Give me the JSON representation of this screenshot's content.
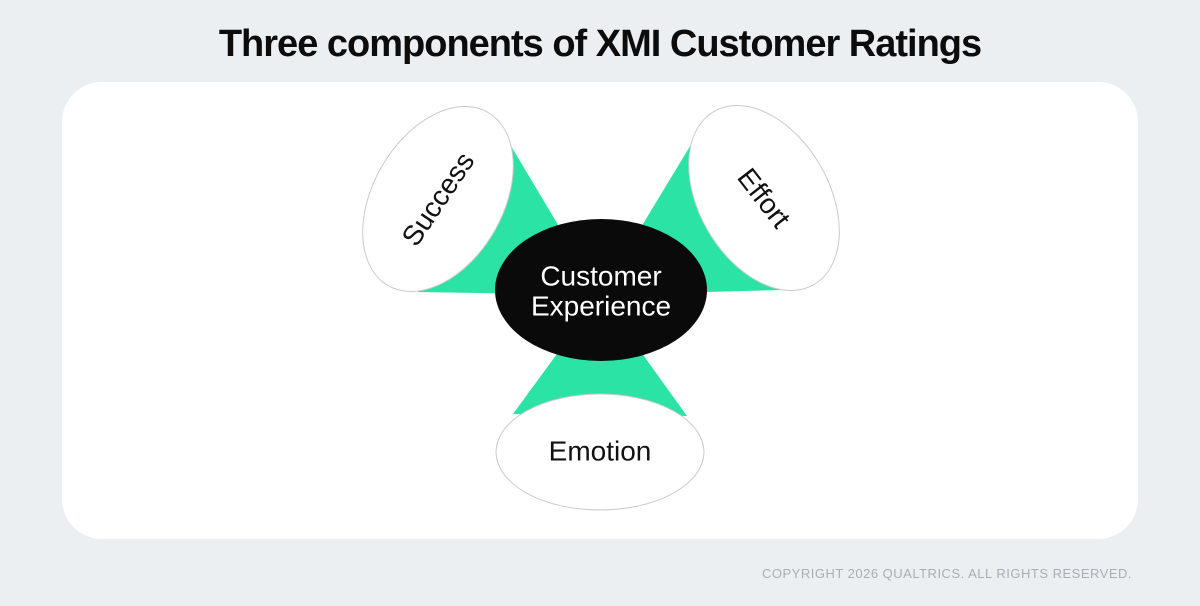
{
  "title": "Three components of XMI Customer Ratings",
  "diagram": {
    "center": {
      "label": "Customer Experience",
      "line1": "Customer",
      "line2": "Experience"
    },
    "components": [
      {
        "label": "Success"
      },
      {
        "label": "Effort"
      },
      {
        "label": "Emotion"
      }
    ]
  },
  "colors": {
    "accent_green": "#2ae3a4",
    "center_fill": "#0a0a0a",
    "node_fill": "#ffffff",
    "node_border": "#c8cacc",
    "page_background": "#eceff2",
    "card_background": "#ffffff",
    "title_color": "#0c0c0c",
    "copyright_color": "#a8aeb5"
  },
  "footer": {
    "copyright": "COPYRIGHT 2026 QUALTRICS. ALL RIGHTS RESERVED."
  }
}
